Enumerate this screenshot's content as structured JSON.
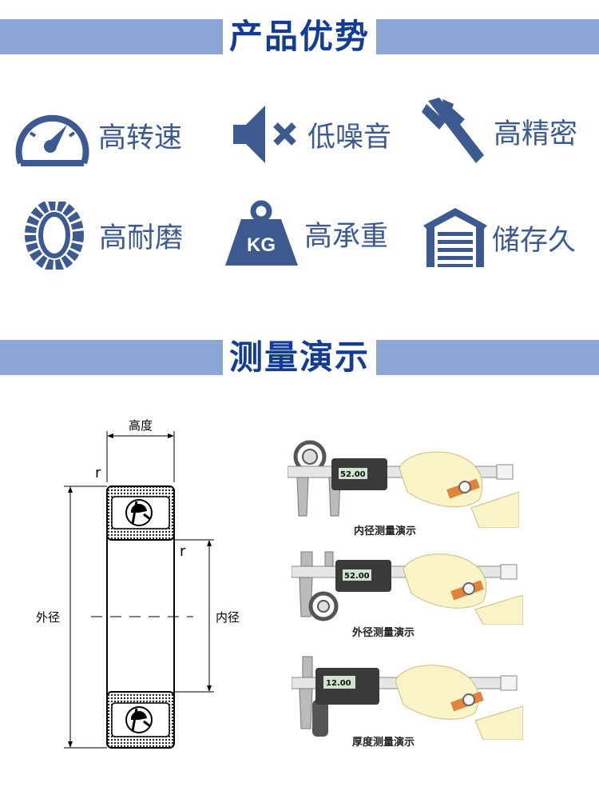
{
  "sections": {
    "advantages_title": "产品优势",
    "demo_title": "测量演示"
  },
  "features": [
    {
      "icon": "speedometer-icon",
      "label": "高转速"
    },
    {
      "icon": "mute-speaker-icon",
      "label": "低噪音"
    },
    {
      "icon": "caliper-icon",
      "label": "高精密"
    },
    {
      "icon": "tire-icon",
      "label": "高耐磨"
    },
    {
      "icon": "kg-weight-icon",
      "label": "高承重",
      "icon_text": "KG"
    },
    {
      "icon": "warehouse-icon",
      "label": "储存久"
    }
  ],
  "diagram": {
    "height_label": "高度",
    "outer_diameter_label": "外径",
    "inner_diameter_label": "内径",
    "radius_label": "r"
  },
  "demos": [
    {
      "caption": "内径测量演示",
      "reading": "52.00"
    },
    {
      "caption": "外径测量演示",
      "reading": "52.00"
    },
    {
      "caption": "厚度测量演示",
      "reading": "12.00"
    }
  ],
  "colors": {
    "band": "#8ba5d4",
    "title": "#123c95",
    "icon": "#3c5a90",
    "label": "#3c5a90"
  }
}
